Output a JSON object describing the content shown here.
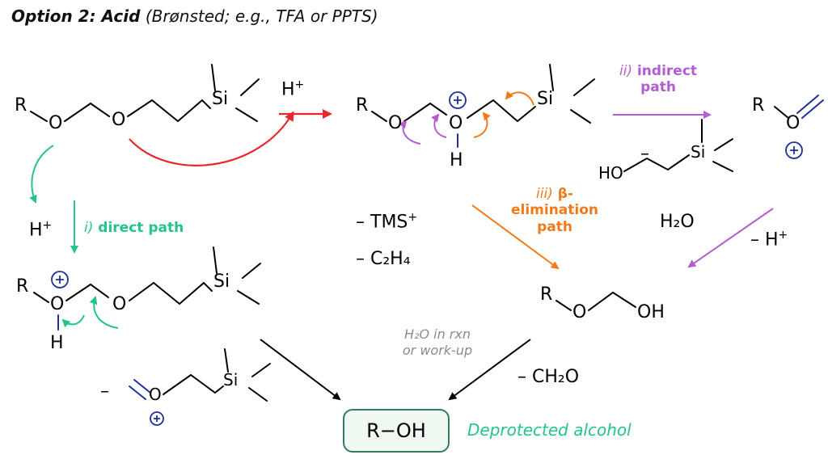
{
  "header": {
    "title": "Option 2: Acid",
    "subtitle": "(Brønsted; e.g., TFA or PPTS)"
  },
  "atoms": {
    "R": "R",
    "O": "O",
    "Si": "Si",
    "H": "H",
    "HO": "HO",
    "OH": "OH"
  },
  "reagents": {
    "h_plus": "H",
    "plus": "+",
    "minus_tms_dash": "–",
    "tms": "TMS",
    "c2h4": "C₂H₄",
    "h2o": "H₂O",
    "minus_ch2o": "– CH₂O",
    "minus": "–"
  },
  "labels": {
    "direct_numeral": "i)",
    "direct_path": "direct path",
    "indirect_numeral": "ii)",
    "indirect_path_1": "indirect",
    "indirect_path_2": "path",
    "beta_numeral": "iii)",
    "beta_path_1": "β-",
    "beta_path_2": "elimination",
    "beta_path_3": "path",
    "water_note_1": "H₂O in rxn",
    "water_note_2": "or work-up"
  },
  "product": {
    "formula": "R−OH",
    "caption": "Deprotected alcohol"
  },
  "colors": {
    "green": "#22c48a",
    "red": "#e8262c",
    "orange": "#f07a1a",
    "purple": "#b25ed0",
    "navy": "#1d2f9a",
    "grey": "#8a8a8a"
  }
}
